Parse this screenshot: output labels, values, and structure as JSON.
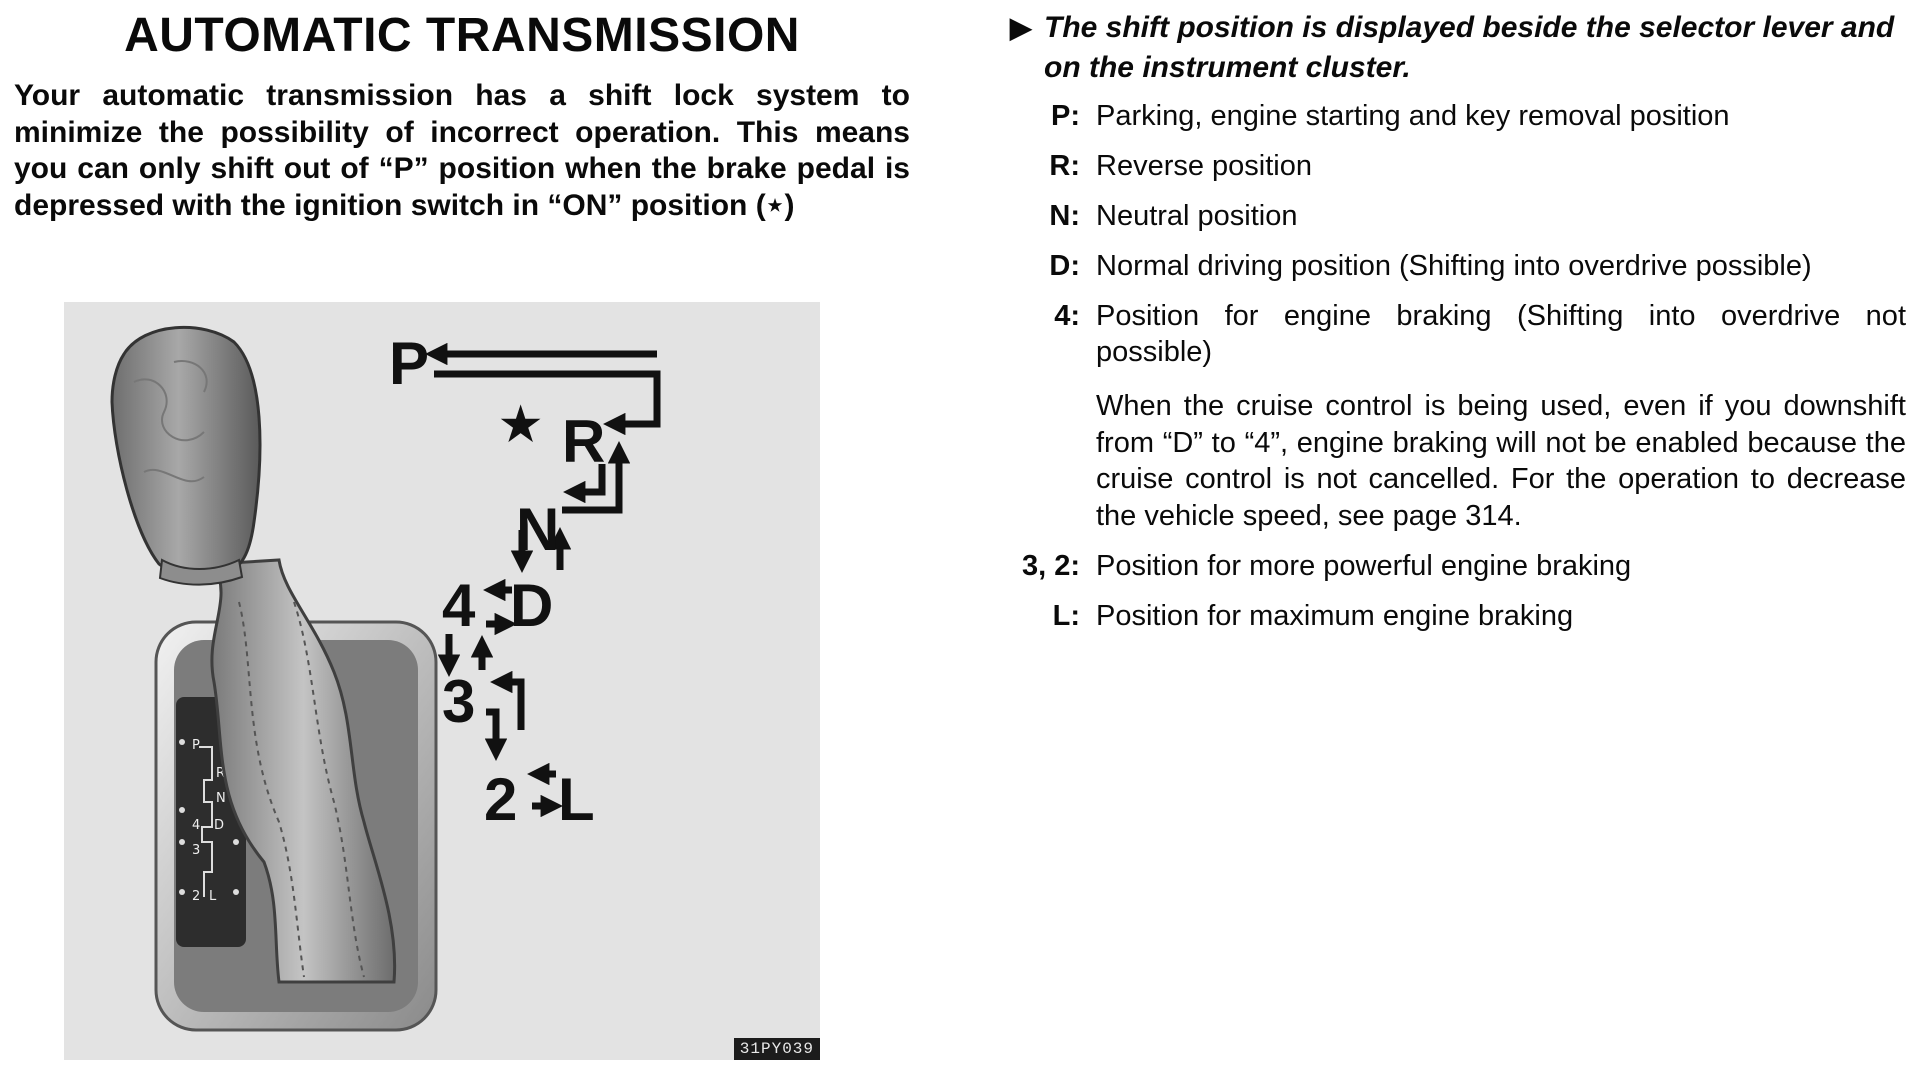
{
  "left": {
    "title": "AUTOMATIC TRANSMISSION",
    "intro": "Your automatic transmission has a shift lock system to minimize the possibility of incorrect operation.  This means you can only shift out of “P” position when the brake pedal is depressed with the ignition switch in “ON” position (⋆)",
    "figure": {
      "star": "★",
      "shift_labels": {
        "p": "P",
        "r": "R",
        "n": "N",
        "four": "4",
        "d": "D",
        "three": "3",
        "two": "2",
        "l": "L"
      },
      "gate_labels": [
        "P",
        "R",
        "N",
        "D",
        "4",
        "3",
        "2",
        "L"
      ],
      "code": "31PY039"
    }
  },
  "right": {
    "lead_marker": "▶",
    "lead": "The shift position is displayed beside the selector lever and on the instrument cluster.",
    "positions": [
      {
        "key": "P:",
        "text": "Parking, engine starting and key removal position"
      },
      {
        "key": "R:",
        "text": "Reverse position"
      },
      {
        "key": "N:",
        "text": "Neutral position"
      },
      {
        "key": "D:",
        "text": "Normal driving position  (Shifting into overdrive possible)"
      },
      {
        "key": "4:",
        "text": "Position for engine braking  (Shifting into overdrive not possible)",
        "note": "When the cruise control is being used, even if you downshift from “D” to “4”, engine braking will not be enabled because the cruise control is not cancelled.  For the operation to decrease the vehicle speed, see page 314."
      },
      {
        "key": "3, 2:",
        "text": "Position for more powerful engine braking"
      },
      {
        "key": "L:",
        "text": "Position for maximum engine braking"
      }
    ]
  }
}
